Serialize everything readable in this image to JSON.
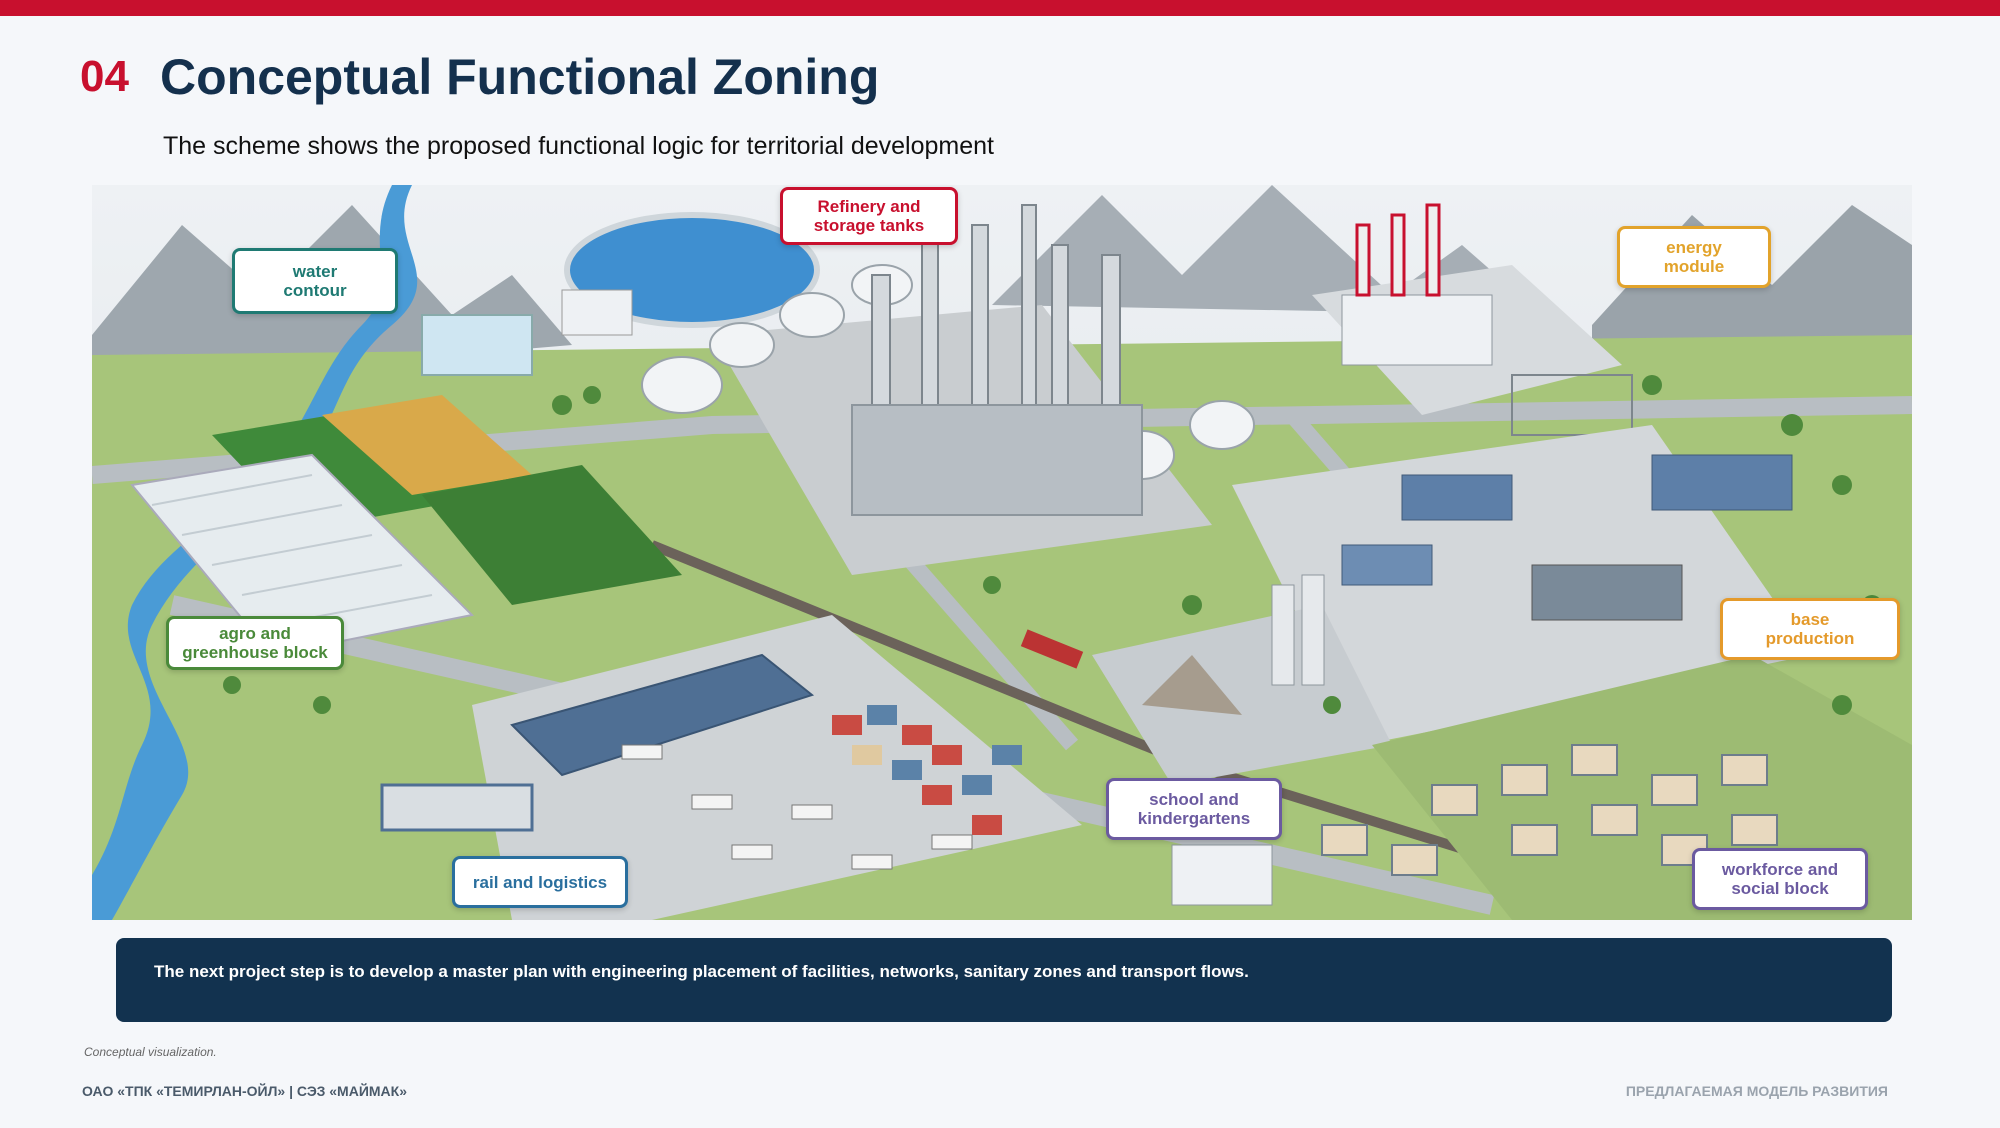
{
  "header": {
    "number": "04",
    "title": "Conceptual Functional Zoning",
    "subtitle": "The scheme shows the proposed functional logic for territorial development"
  },
  "zones": {
    "water": {
      "label": "water\ncontour",
      "color": "#1f7a73"
    },
    "refinery": {
      "label": "Refinery and\nstorage tanks",
      "color": "#c8102e"
    },
    "energy": {
      "label": "energy\nmodule",
      "color": "#e2a32b"
    },
    "agro": {
      "label": "agro and\ngreenhouse block",
      "color": "#4a8a3a"
    },
    "base": {
      "label": "base\nproduction",
      "color": "#e49a2b"
    },
    "school": {
      "label": "school and\nkindergartens",
      "color": "#6b5aa0"
    },
    "rail": {
      "label": "rail and logistics",
      "color": "#2a6f9e"
    },
    "workforce": {
      "label": "workforce and\nsocial block",
      "color": "#6b5aa0"
    }
  },
  "callout": {
    "text": "The next project step is to develop a master plan with engineering placement of facilities, networks, sanitary zones and transport flows."
  },
  "caption": "Conceptual visualization.",
  "footer": {
    "left": "ОАО «ТПК «ТЕМИРЛАН-ОЙЛ»  |  СЭЗ «МАЙМАК»",
    "right": "ПРЕДЛАГАЕМАЯ МОДЕЛЬ РАЗВИТИЯ"
  },
  "colors": {
    "accent": "#c8102e",
    "navy": "#12324f",
    "background": "#f5f7fa"
  }
}
